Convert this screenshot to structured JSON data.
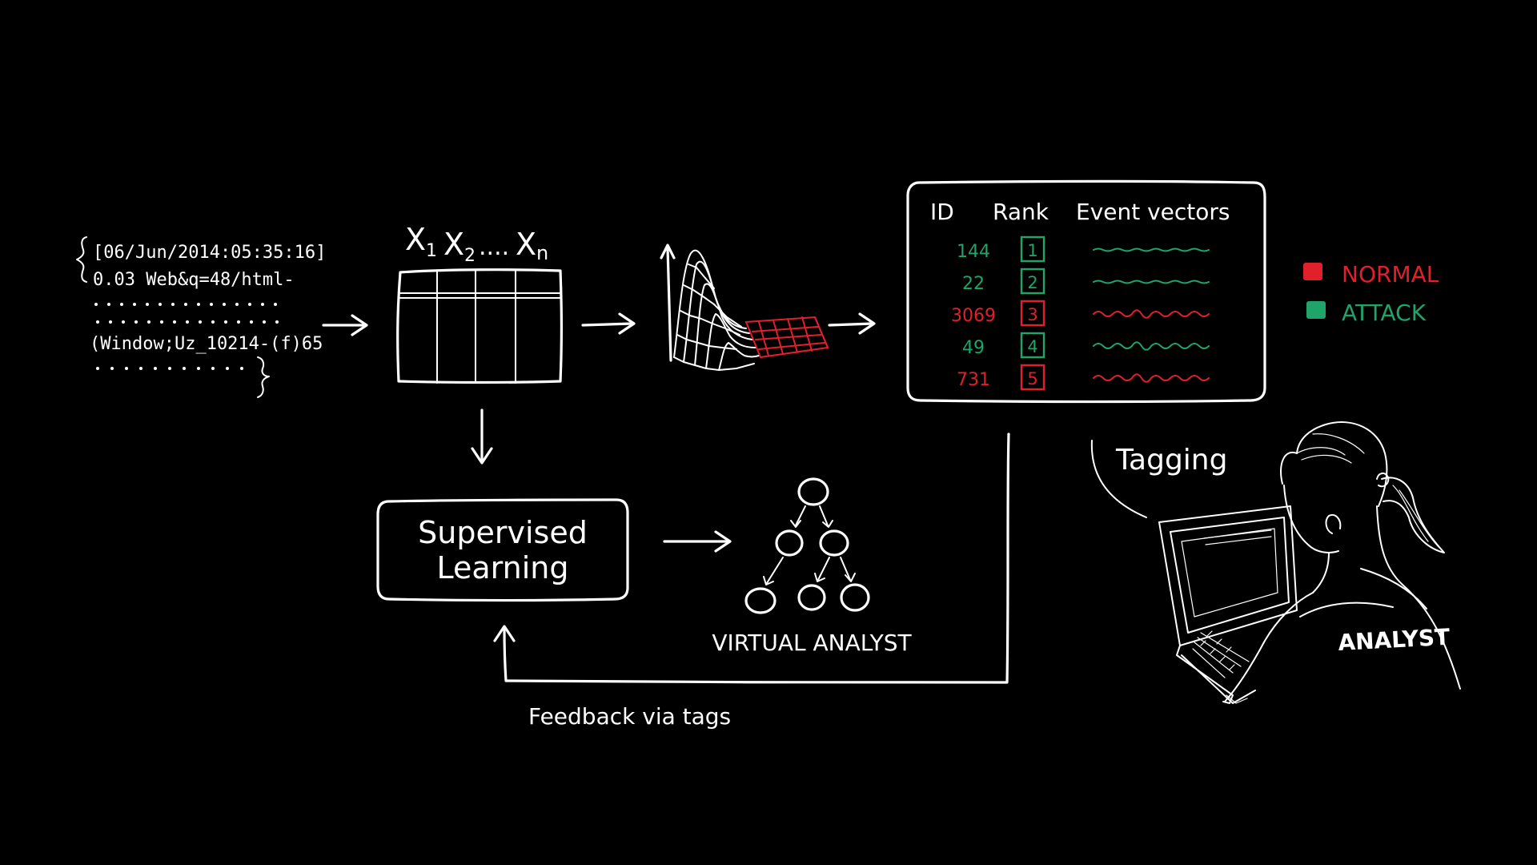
{
  "colors": {
    "background": "#000000",
    "chalk": "#ffffff",
    "normal": "#e0202a",
    "attack": "#1fa46a"
  },
  "log_record": {
    "line1": "[06/Jun/2014:05:35:16]",
    "line2": "0.03 Web&q=48/html-",
    "line3": "(Window;Uz_10214-(f)65"
  },
  "feature_matrix": {
    "label_x1": "X",
    "label_x1_sub": "1",
    "label_x2": "X",
    "label_x2_sub": "2",
    "label_dots": "....",
    "label_xn": "X",
    "label_xn_sub": "n"
  },
  "results_table": {
    "header_id": "ID",
    "header_rank": "Rank",
    "header_vectors": "Event vectors",
    "rows": [
      {
        "id": "144",
        "rank": "1",
        "class": "attack",
        "wave": "calm"
      },
      {
        "id": "22",
        "rank": "2",
        "class": "attack",
        "wave": "calm"
      },
      {
        "id": "3069",
        "rank": "3",
        "class": "normal",
        "wave": "bumpy"
      },
      {
        "id": "49",
        "rank": "4",
        "class": "attack",
        "wave": "bumpy"
      },
      {
        "id": "731",
        "rank": "5",
        "class": "normal",
        "wave": "bumpy"
      }
    ]
  },
  "legend": {
    "normal_label": "NORMAL",
    "attack_label": "ATTACK"
  },
  "supervised": {
    "line1": "Supervised",
    "line2": "Learning"
  },
  "virtual_analyst_label": "VIRTUAL ANALYST",
  "feedback_label": "Feedback via tags",
  "tagging_label": "Tagging",
  "analyst_label": "ANALYST",
  "icons": [
    "arrow-right-icon",
    "arrow-down-icon",
    "arrow-up-icon",
    "surface-plot-icon",
    "decision-tree-icon",
    "analyst-at-laptop-icon"
  ]
}
